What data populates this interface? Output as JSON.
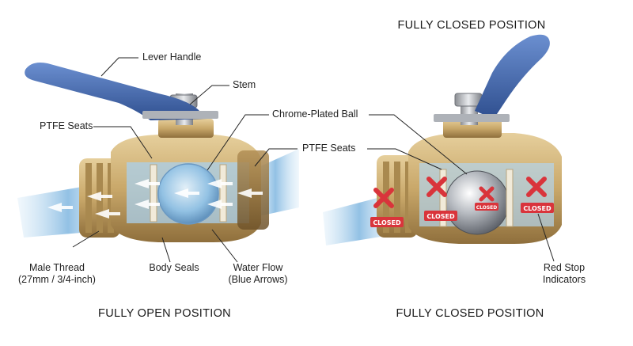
{
  "titles": {
    "top_right": "FULLY CLOSED POSITION",
    "bottom_left": "FULLY OPEN POSITION",
    "bottom_right": "FULLY CLOSED POSITION"
  },
  "labels": {
    "lever_handle": "Lever Handle",
    "stem": "Stem",
    "chrome_ball": "Chrome-Plated Ball",
    "ptfe_seats_left": "PTFE Seats",
    "ptfe_seats_right": "PTFE Seats",
    "male_thread_line1": "Male Thread",
    "male_thread_line2": "(27mm / 3/4-inch)",
    "body_seals": "Body Seals",
    "water_flow_line1": "Water Flow",
    "water_flow_line2": "(Blue Arrows)",
    "red_stop_line1": "Red Stop",
    "red_stop_line2": "Indicators"
  },
  "closed_tag": "CLOSED",
  "colors": {
    "handle": "#3f63a8",
    "brass": "#c9a86a",
    "water": "#7fb6e0",
    "stop": "#d9343b",
    "chrome": "#b8bcc2"
  }
}
